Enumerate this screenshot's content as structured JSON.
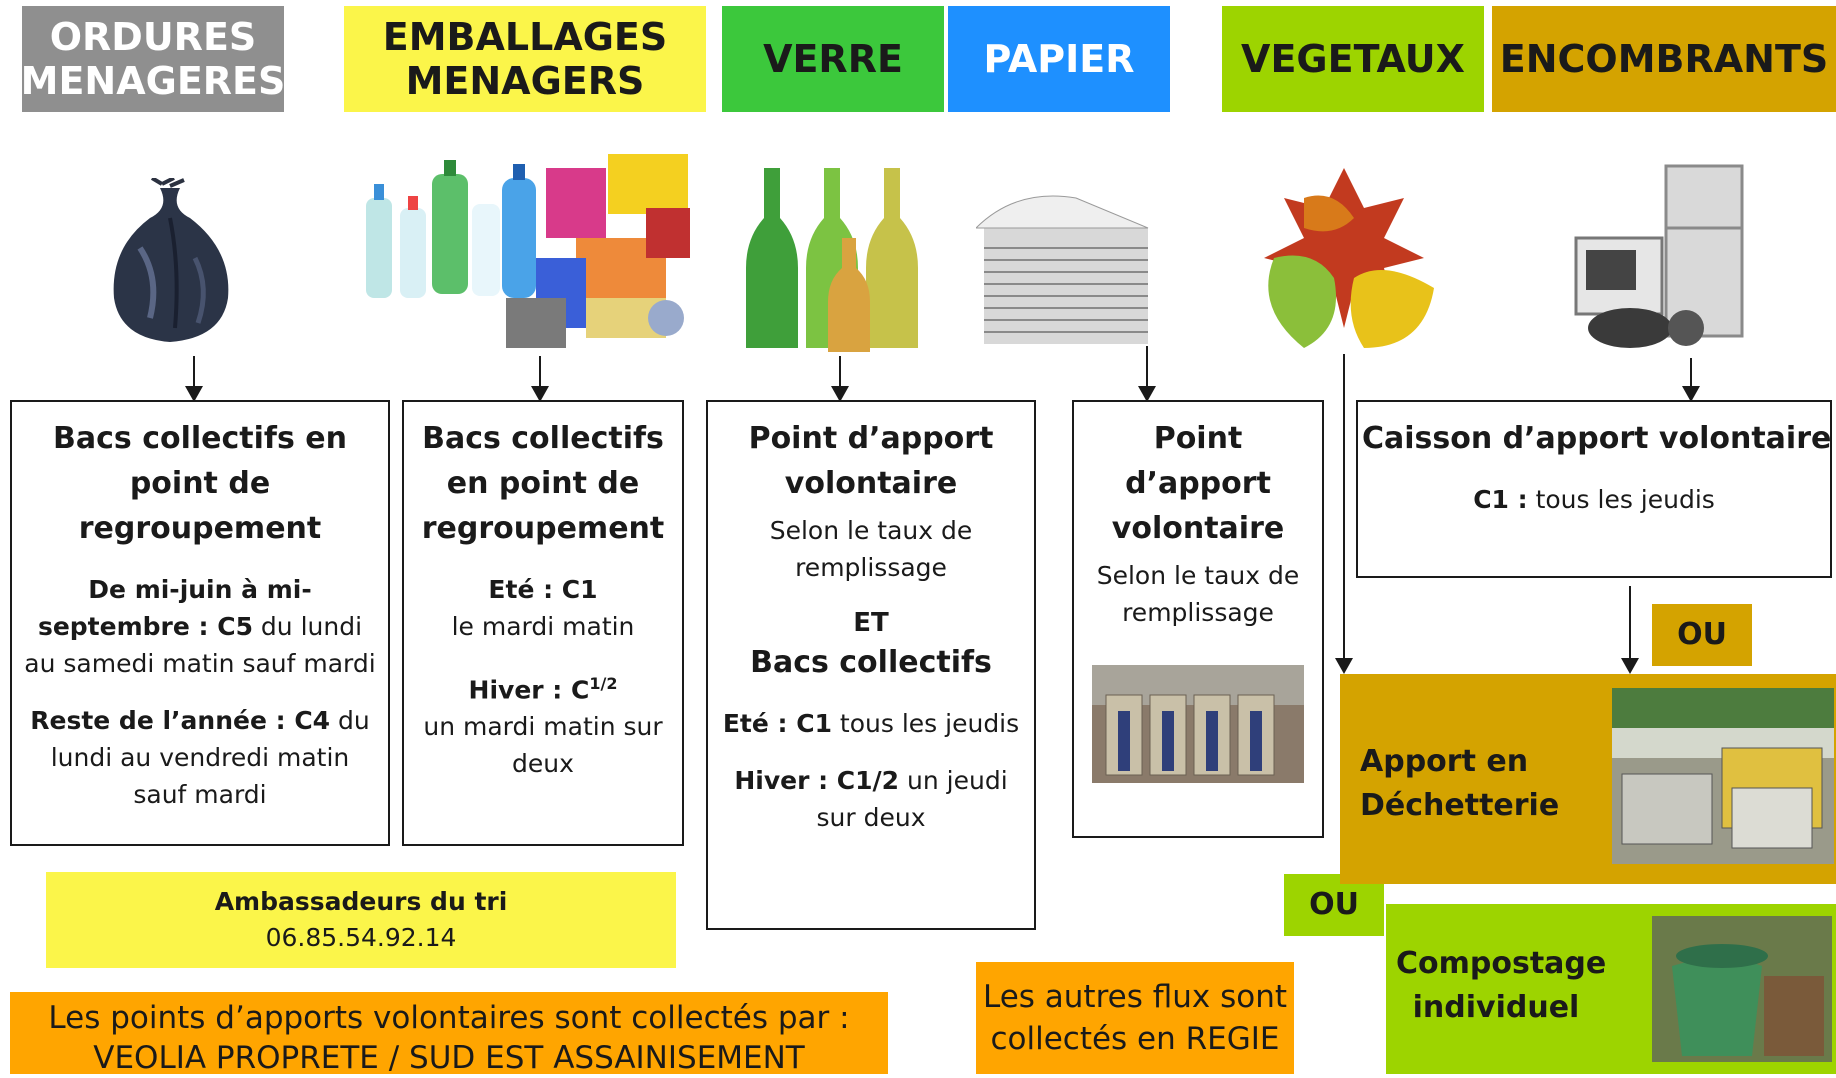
{
  "headers": [
    {
      "label": "ORDURES\nMENAGERES",
      "color": "#8f8f8f",
      "text_color": "#ffffff"
    },
    {
      "label": "EMBALLAGES\nMENAGERS",
      "color": "#fbf54a",
      "text_color": "#1a1a1a"
    },
    {
      "label": "VERRE",
      "color": "#3cc83c",
      "text_color": "#1a1a1a"
    },
    {
      "label": "PAPIER",
      "color": "#1e90ff",
      "text_color": "#ffffff"
    },
    {
      "label": "VEGETAUX",
      "color": "#9dd400",
      "text_color": "#1a1a1a"
    },
    {
      "label": "ENCOMBRANTS",
      "color": "#d4a300",
      "text_color": "#1a1a1a"
    }
  ],
  "images": [
    "trash-bag-icon",
    "packaging-bottles-icon",
    "glass-bottles-icon",
    "newspapers-icon",
    "autumn-leaves-icon",
    "bulky-appliances-icon"
  ],
  "ordures": {
    "title": "Bacs collectifs en point de regroupement",
    "p1_bold": "De mi-juin à mi-septembre : C5",
    "p1_text": " du lundi au samedi matin sauf mardi",
    "p2_bold": "Reste de l’année : C4",
    "p2_text": " du lundi au vendredi matin sauf mardi"
  },
  "emballages": {
    "title": "Bacs collectifs en point de regroupement",
    "ete_label": "Eté : C1",
    "ete_text": "le mardi matin",
    "hiver_label": "Hiver :  C",
    "hiver_sup": "1/2",
    "hiver_text": "un mardi matin sur deux"
  },
  "verre": {
    "title": "Point d’apport volontaire",
    "selon": "Selon le taux de remplissage",
    "et": "ET",
    "title2": "Bacs collectifs",
    "ete_bold": "Eté : C1",
    "ete_text": " tous les jeudis",
    "hiver_bold": "Hiver :  C1/2",
    "hiver_text": " un jeudi sur deux"
  },
  "papier": {
    "title": "Point d’apport volontaire",
    "selon": "Selon le taux de remplissage"
  },
  "encombrants": {
    "title": "Caisson d’apport volontaire",
    "c1_bold": "C1 :",
    "c1_text": " tous les jeudis"
  },
  "ou_1": "OU",
  "ou_2": "OU",
  "decheterie": {
    "label": "Apport en Déchetterie",
    "color": "#d4a300"
  },
  "compostage": {
    "label": "Compostage individuel",
    "color": "#9dd400"
  },
  "ambassadeurs": {
    "title": "Ambassadeurs du tri",
    "phone": "06.85.54.92.14",
    "color": "#fbf54a"
  },
  "footer_left": {
    "line1": "Les points d’apports volontaires sont collectés par :",
    "line2": "VEOLIA PROPRETE / SUD EST ASSAINISEMENT",
    "color": "#ffa500"
  },
  "footer_right": {
    "line1": "Les autres flux sont",
    "line2": "collectés en REGIE",
    "color": "#ffa500"
  }
}
